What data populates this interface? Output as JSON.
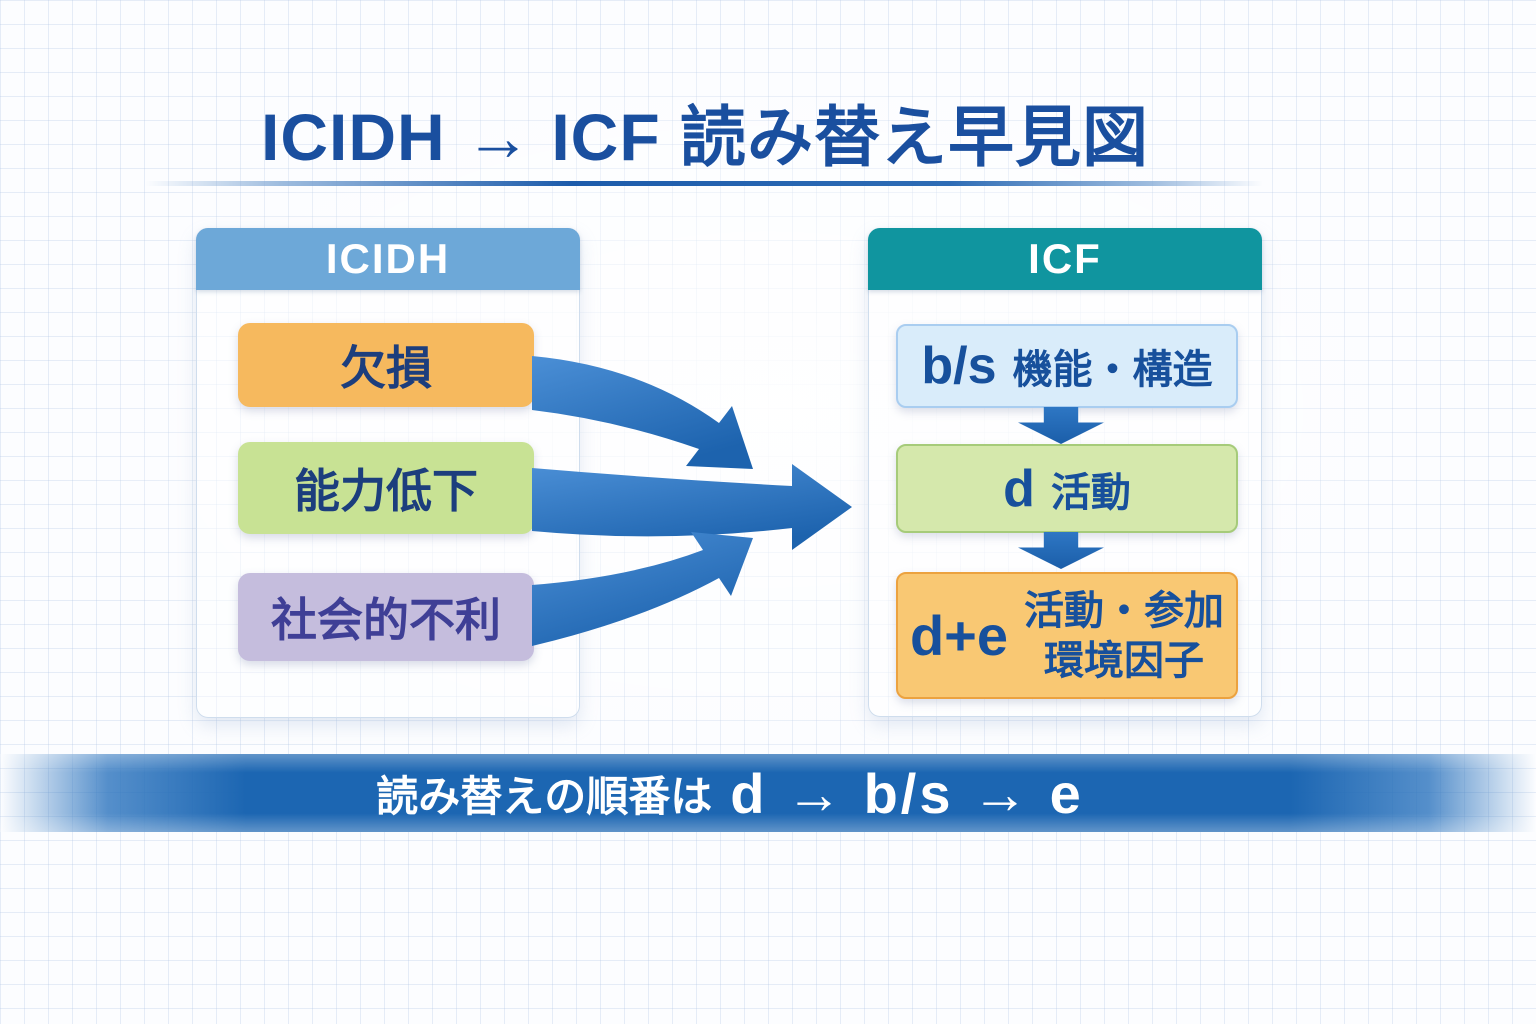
{
  "title": {
    "text": "ICIDH → ICF 読み替え早見図"
  },
  "panels": {
    "icidh": {
      "header": "ICIDH",
      "items": [
        {
          "label": "欠損"
        },
        {
          "label": "能力低下"
        },
        {
          "label": "社会的不利"
        }
      ]
    },
    "icf": {
      "header": "ICF",
      "items": [
        {
          "code": "b/s",
          "label": "機能・構造"
        },
        {
          "code": "d",
          "label": "活動"
        },
        {
          "code": "d+e",
          "label": "活動・参加",
          "label2": "環境因子"
        }
      ]
    }
  },
  "banner": {
    "prefix": "読み替えの順番は",
    "sequence": "d → b/s → e"
  },
  "colors": {
    "title_text": "#1a4f9f",
    "underline": "#1d5cab",
    "icidh_header_bg": "#6da8d8",
    "icf_header_bg": "#10959f",
    "impairment_bg": "#f6b95e",
    "disability_bg": "#c8e294",
    "handicap_bg": "#c5bddd",
    "bs_box_bg": "#d9ecfa",
    "bs_box_border": "#a9cdf0",
    "d_box_bg": "#d5e8ac",
    "d_box_border": "#a6cb7a",
    "de_box_bg": "#f9c873",
    "de_box_border": "#eca23f",
    "arrow_light": "#4b8fd6",
    "arrow_dark": "#1d63ae",
    "banner_bg": "#1c66b2",
    "box_text": "#1c3e7d",
    "handicap_text": "#3f3f96",
    "icf_box_text": "#17509c"
  }
}
